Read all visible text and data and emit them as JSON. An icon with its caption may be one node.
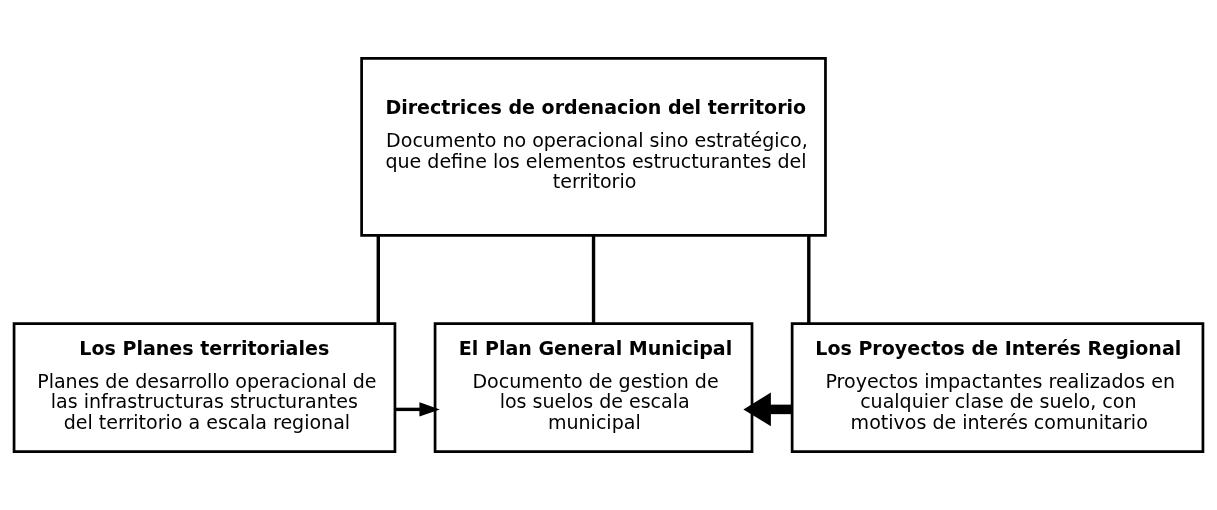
{
  "diagram": {
    "nodes": [
      {
        "text": [
          "Directrices de ordenacion del territorio",
          "Documento no operacional sino estratégico, que define los elementos estructurantes del territorio"
        ]
      },
      {
        "text": [
          "Los Planes territoriales",
          "Planes de desarrollo operacional de las infrastructuras structurantes del territorio a escala regional"
        ]
      },
      {
        "text": [
          "El Plan General Municipal",
          "Documento de gestion de los suelos de escala municipal"
        ]
      },
      {
        "text": [
          "Los Proyectos de Interés Regional",
          "Proyectos impactantes realizados en cualquier clase de suelo, con motivos de interés comunitario"
        ]
      }
    ],
    "edges": [
      {
        "from": 0,
        "to": 1,
        "arrow": "none"
      },
      {
        "from": 0,
        "to": 2,
        "arrow": "none"
      },
      {
        "from": 0,
        "to": 3,
        "arrow": "none"
      },
      {
        "from": 1,
        "to": 2,
        "arrow": "to"
      },
      {
        "from": 3,
        "to": 2,
        "arrow": "to",
        "style": "thick"
      }
    ]
  }
}
